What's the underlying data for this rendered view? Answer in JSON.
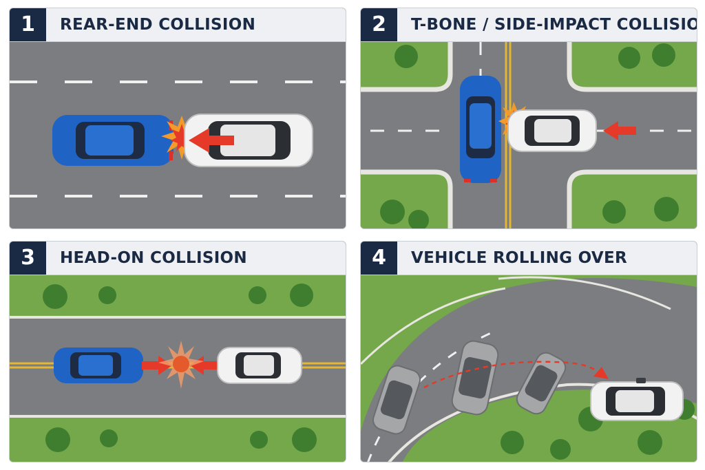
{
  "panels": [
    {
      "number": "1",
      "title": "REAR-END COLLISION"
    },
    {
      "number": "2",
      "title": "T-BONE / SIDE-IMPACT COLLISION"
    },
    {
      "number": "3",
      "title": "HEAD-ON COLLISION"
    },
    {
      "number": "4",
      "title": "VEHICLE ROLLING OVER"
    }
  ],
  "colors": {
    "header_bg": "#1a2a44",
    "title_text": "#1a2a44",
    "road": "#7b7d80",
    "grass": "#74a84a",
    "blue_car": "#1f63c4",
    "white_car": "#f2f2f2",
    "impact": "#e53a2a",
    "yellow_line": "#e6b630"
  }
}
